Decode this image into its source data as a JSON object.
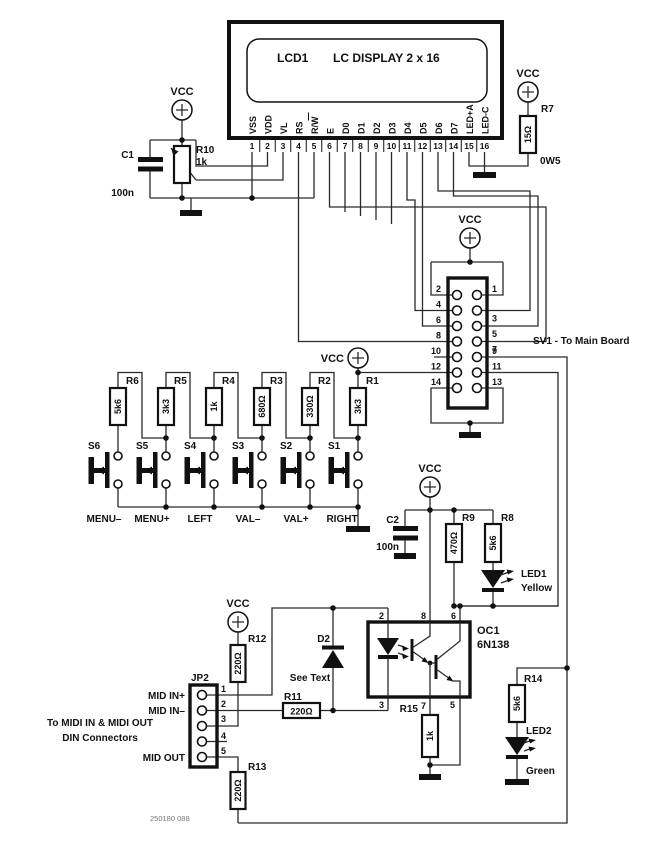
{
  "power": {
    "vcc": "VCC"
  },
  "lcd": {
    "ref": "LCD1",
    "name": "LC DISPLAY 2 x 16",
    "pins": [
      "VSS",
      "VDD",
      "VL",
      "RS",
      "R/W",
      "E",
      "D0",
      "D1",
      "D2",
      "D3",
      "D4",
      "D5",
      "D6",
      "D7",
      "LED+A",
      "LED-C"
    ],
    "numbers": [
      "1",
      "2",
      "3",
      "4",
      "5",
      "6",
      "7",
      "8",
      "9",
      "10",
      "11",
      "12",
      "13",
      "14",
      "15",
      "16"
    ]
  },
  "r7": {
    "ref": "R7",
    "value": "15Ω",
    "rating": "0W5"
  },
  "r10": {
    "ref": "R10",
    "value": "1k"
  },
  "c1": {
    "ref": "C1",
    "value": "100n"
  },
  "c2": {
    "ref": "C2",
    "value": "100n"
  },
  "ladder": {
    "refs": [
      "R6",
      "R5",
      "R4",
      "R3",
      "R2",
      "R1"
    ],
    "values": [
      "5k6",
      "3k3",
      "1k",
      "680Ω",
      "330Ω",
      "3k3"
    ]
  },
  "switches": {
    "refs": [
      "S6",
      "S5",
      "S4",
      "S3",
      "S2",
      "S1"
    ],
    "functions": [
      "MENU–",
      "MENU+",
      "LEFT",
      "VAL–",
      "VAL+",
      "RIGHT"
    ]
  },
  "sv1": {
    "label": "SV1 - To Main Board",
    "left": [
      "2",
      "4",
      "6",
      "8",
      "10",
      "12",
      "14"
    ],
    "right": [
      "1",
      "3",
      "5",
      "7",
      "9",
      "11",
      "13"
    ]
  },
  "r9": {
    "ref": "R9",
    "value": "470Ω"
  },
  "r8": {
    "ref": "R8",
    "value": "5k6"
  },
  "led1": {
    "ref": "LED1",
    "color": "Yellow"
  },
  "oc1": {
    "ref": "OC1",
    "part": "6N138",
    "top": [
      "2",
      "8",
      "6"
    ],
    "bottom": [
      "3",
      "7",
      "5"
    ]
  },
  "r15": {
    "ref": "R15",
    "value": "1k"
  },
  "d2": {
    "ref": "D2",
    "note": "See Text"
  },
  "r11": {
    "ref": "R11",
    "value": "220Ω"
  },
  "r12": {
    "ref": "R12",
    "value": "220Ω"
  },
  "r13": {
    "ref": "R13",
    "value": "220Ω"
  },
  "r14": {
    "ref": "R14",
    "value": "5k6"
  },
  "led2": {
    "ref": "LED2",
    "color": "Green"
  },
  "jp2": {
    "ref": "JP2",
    "numbers": [
      "1",
      "2",
      "3",
      "4",
      "5"
    ],
    "labels": {
      "p1": "MID IN+",
      "p2": "MID IN–",
      "p5": "MID OUT"
    }
  },
  "note": {
    "line1": "To MIDI IN & MIDI OUT",
    "line2": "DIN  Connectors"
  },
  "doc_number": "250180 088"
}
